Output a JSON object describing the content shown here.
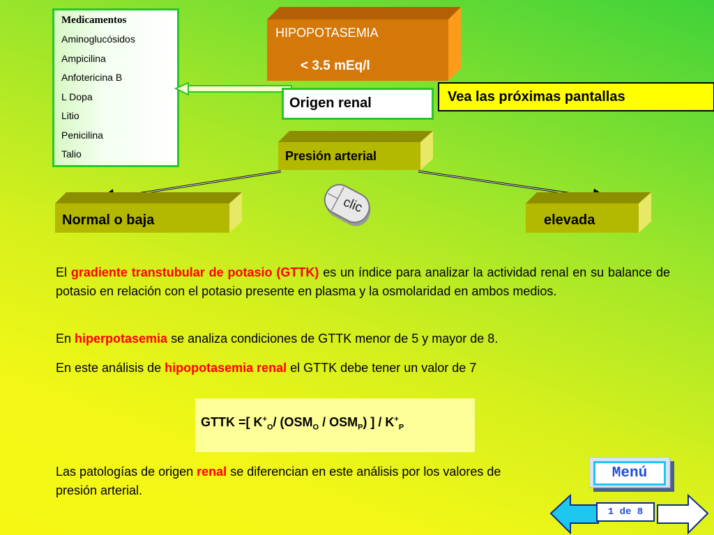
{
  "medications": {
    "title": "Medicamentos",
    "items": [
      "Aminoglucósidos",
      "Ampicilina",
      "Anfotericina B",
      "L Dopa",
      "Litio",
      "Penicilina",
      "Talio"
    ]
  },
  "hypo_box": {
    "line1": "HIPOPOTASEMIA",
    "line2": "< 3.5 mEq/l"
  },
  "origen_label": "Origen renal",
  "note_label": "Vea las próximas pantallas",
  "pressure_label": "Presión arterial",
  "low_label": "Normal o baja",
  "high_label": "elevada",
  "click_label": "clic",
  "paragraph1": {
    "pre": "El ",
    "highlight": "gradiente transtubular de potasio (GTTK)",
    "post": " es un índice para analizar la actividad renal en  su balance de potasio  en relación con  el potasio presente en plasma  y la osmolaridad en ambos medios."
  },
  "paragraph2": {
    "pre": "En ",
    "highlight": "hiperpotasemia",
    "post": " se analiza condiciones de GTTK menor de 5 y mayor de 8."
  },
  "paragraph3": {
    "pre": "En este análisis de ",
    "highlight": "hipopotasemia renal",
    "post": " el GTTK debe tener un valor de 7"
  },
  "formula": {
    "a": "GTTK =[ K",
    "sup1": "+",
    "sub1": "O",
    "b": "/ (OSM",
    "sub2": "O",
    "c": " / OSM",
    "sub3": "P",
    "d": ") ] / K",
    "sup2": "+",
    "sub4": "P"
  },
  "paragraph4": {
    "pre": "Las patologías de origen  ",
    "highlight": "renal",
    "post": " se diferencian  en este análisis por los valores de presión arterial."
  },
  "menu_label": "Menú",
  "page_indicator": "1 de 8",
  "colors": {
    "hypo_box": "#d5780a",
    "olive_box": "#b5b800",
    "green_border": "#27c72a",
    "highlight_red": "#ff0000"
  }
}
